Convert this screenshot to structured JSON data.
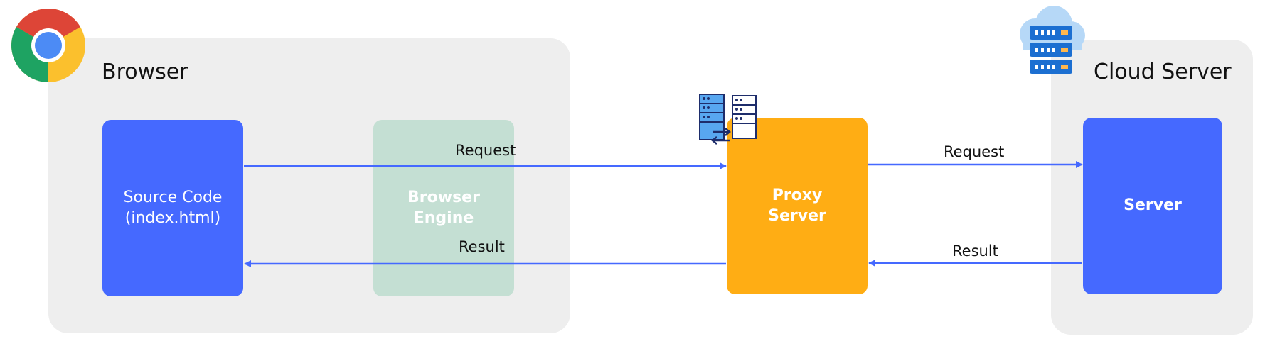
{
  "browser_panel": {
    "title": "Browser"
  },
  "cloud_panel": {
    "title": "Cloud Server"
  },
  "source_code": {
    "line1": "Source Code",
    "line2": "(index.html)"
  },
  "browser_engine": {
    "line1": "Browser",
    "line2": "Engine"
  },
  "proxy_server": {
    "line1": "Proxy",
    "line2": "Server"
  },
  "server": {
    "label": "Server"
  },
  "left_flow": {
    "request": "Request",
    "result": "Result"
  },
  "right_flow": {
    "request": "Request",
    "result": "Result"
  },
  "colors": {
    "panel": "#eeeeee",
    "blue_box": "#4569ff",
    "engine_box": "#c4dfd3",
    "proxy_box": "#ffad14",
    "arrow": "#4569ff"
  },
  "icons": [
    "chrome-logo-icon",
    "server-rack-icon",
    "cloud-server-icon"
  ]
}
